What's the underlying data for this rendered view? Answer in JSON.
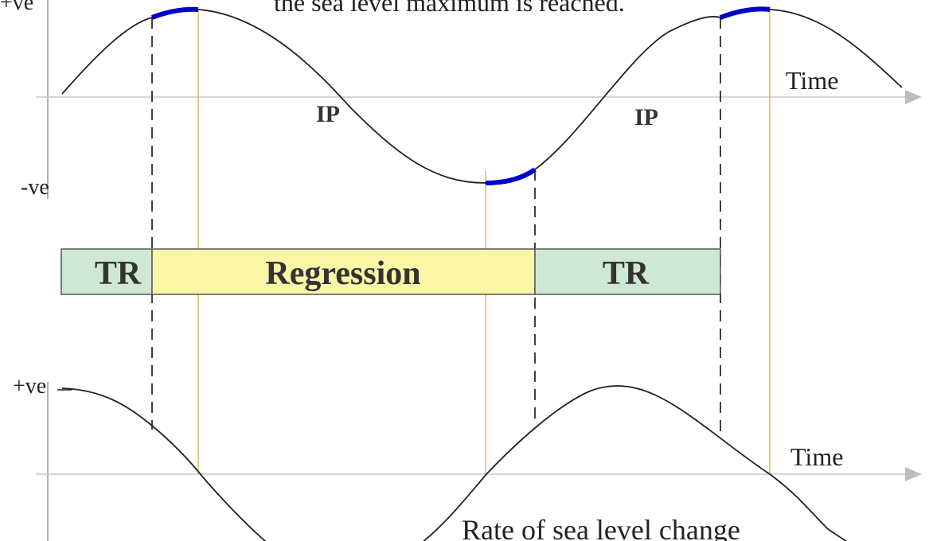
{
  "diagram": {
    "top_panel": {
      "y_pos_label": "+ve",
      "y_neg_label": "-ve",
      "x_label": "Time",
      "caption": "the sea level maximum is reached.",
      "ip_labels": [
        "IP",
        "IP"
      ]
    },
    "phase_bar": {
      "segments": [
        {
          "label": "TR",
          "color": "#cfe8d6"
        },
        {
          "label": "Regression",
          "color": "#fbf5a6"
        },
        {
          "label": "TR",
          "color": "#cfe8d6"
        }
      ]
    },
    "bottom_panel": {
      "y_pos_label": "+ve",
      "x_label": "Time",
      "caption": "Rate of sea level change"
    },
    "colors": {
      "curve": "#222222",
      "highlight": "#0000cc",
      "axis": "#bdbdbd",
      "guide_orange": "#e0a23a",
      "dashed": "#111111"
    }
  }
}
